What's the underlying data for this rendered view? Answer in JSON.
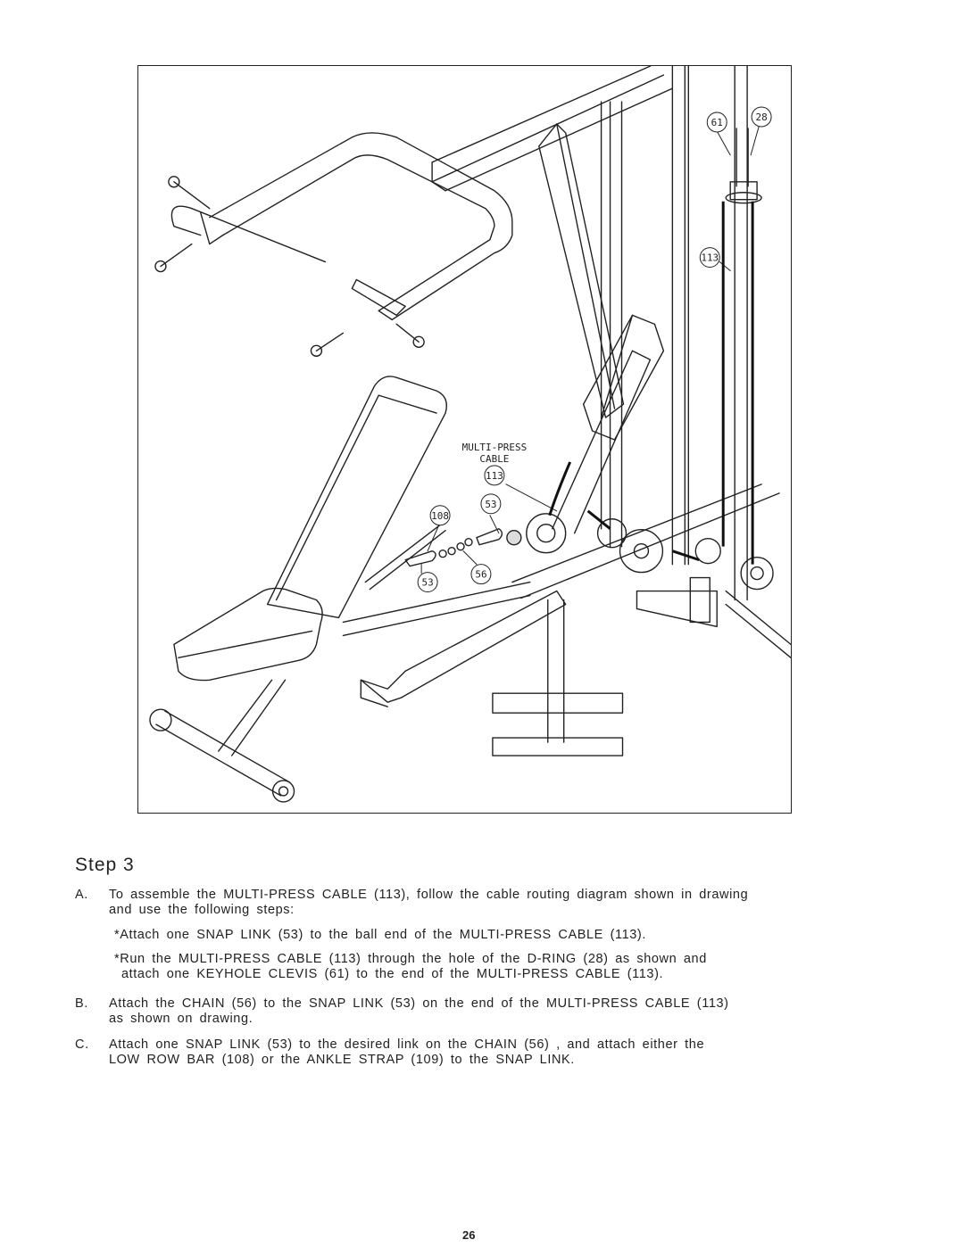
{
  "figure": {
    "callouts": {
      "c61": "61",
      "c28": "28",
      "c113_top": "113",
      "c113_mid": "113",
      "c53_upper": "53",
      "c108": "108",
      "c56": "56",
      "c53_lower": "53"
    },
    "cable_label_line1": "MULTI-PRESS",
    "cable_label_line2": "CABLE"
  },
  "step": {
    "title": "Step 3",
    "a": {
      "letter": "A.",
      "line1": "To assemble the MULTI-PRESS CABLE (113), follow the cable routing diagram shown in drawing",
      "line2": "and use the following steps:",
      "sub1": "*Attach one SNAP LINK (53) to the ball end of the MULTI-PRESS CABLE (113).",
      "sub2_line1": "*Run the MULTI-PRESS CABLE (113) through the hole of the D-RING (28) as shown and",
      "sub2_line2": "attach one KEYHOLE CLEVIS (61) to the end of the MULTI-PRESS CABLE (113)."
    },
    "b": {
      "letter": "B.",
      "line1": "Attach the CHAIN (56) to the SNAP LINK (53) on the end of the MULTI-PRESS CABLE (113)",
      "line2": "as shown on drawing."
    },
    "c": {
      "letter": "C.",
      "line1": "Attach one SNAP LINK (53) to the desired link on the CHAIN (56) , and attach either the",
      "line2": "LOW ROW BAR (108) or the ANKLE STRAP (109) to the SNAP LINK."
    }
  },
  "page_number": "26"
}
